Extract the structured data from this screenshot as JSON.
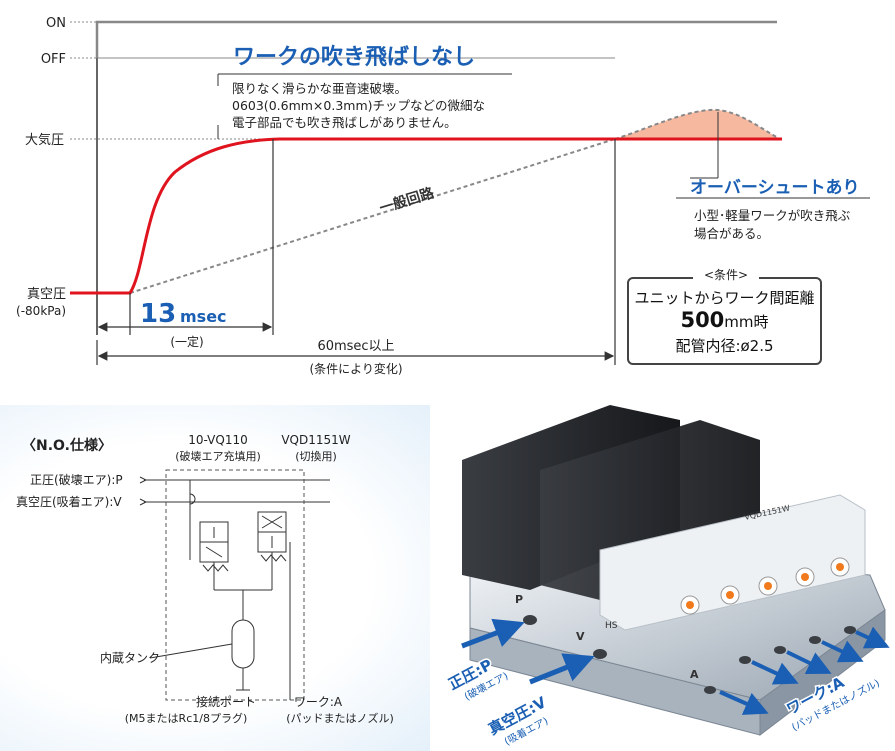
{
  "graph": {
    "level_on": "ON",
    "level_off": "OFF",
    "level_atm": "大気圧",
    "level_vac": "真空圧",
    "level_vac_sub": "(-80kPa)",
    "headline_no_blow": "ワークの吹き飛ばしなし",
    "desc_lines": [
      "限りなく滑らかな亜音速破壊。",
      "0603(0.6mm×0.3mm)チップなどの微細な",
      "電子部品でも吹き飛ばしがありません。"
    ],
    "general_circuit": "一般回路",
    "overshoot_title": "オーバーシュートあり",
    "overshoot_lines": [
      "小型･軽量ワークが吹き飛ぶ",
      "場合がある。"
    ],
    "time_value": "13",
    "time_unit": "msec",
    "time_note": "(一定)",
    "span_label": "60msec以上",
    "span_note": "(条件により変化)"
  },
  "condition": {
    "tag": "<条件>",
    "line1": "ユニットからワーク間距離",
    "distance": "500",
    "distance_unit": "mm時",
    "line3": "配管内径:ø2.5"
  },
  "circuit": {
    "title": "〈N.O.仕様〉",
    "valve1_name": "10-VQ110",
    "valve1_sub": "(破壊エア充填用)",
    "valve2_name": "VQD1151W",
    "valve2_sub": "(切換用)",
    "line_p": "正圧(破壊エア):P",
    "line_v": "真空圧(吸着エア):V",
    "tank": "内蔵タンク",
    "port_label": "接続ポート",
    "port_sub": "(M5またはRc1/8プラグ)",
    "work_label": "ワーク:A",
    "work_sub": "(パッドまたはノズル)"
  },
  "photo": {
    "arrow_p": "正圧:P",
    "arrow_p_sub": "(破壊エア)",
    "arrow_v": "真空圧:V",
    "arrow_v_sub": "(吸着エア)",
    "arrow_a": "ワーク:A",
    "arrow_a_sub": "(パッドまたはノズル)",
    "stamp_p": "P",
    "stamp_v": "V",
    "stamp_a": "A",
    "stamp_hs": "HS",
    "module_label": "VQD1151W"
  },
  "colors": {
    "red": "#e0141e",
    "blue": "#1a5fb4",
    "overshoot_fill": "#f6b9a0"
  }
}
